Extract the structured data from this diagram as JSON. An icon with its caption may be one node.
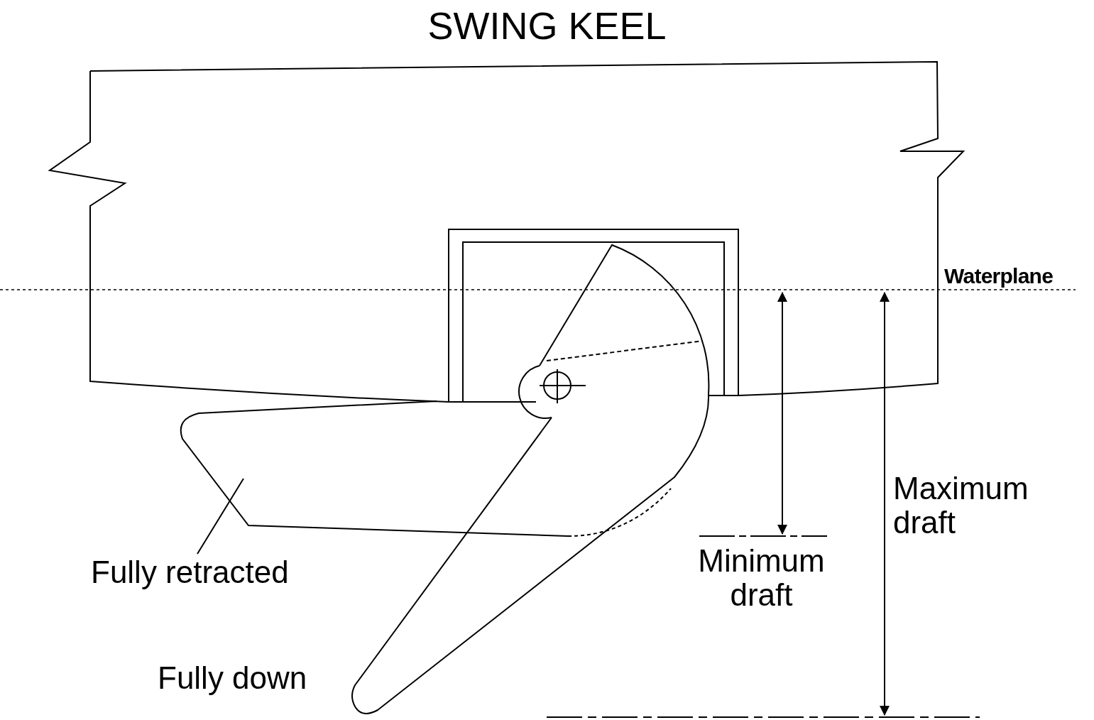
{
  "diagram": {
    "title": "SWING KEEL",
    "nodes": [
      {
        "text": [
          "Fully retracted"
        ]
      },
      {
        "text": [],
        "shape": "picture"
      }
    ],
    "edges": [
      {
        "from": 0,
        "to": 1,
        "arrow": "none"
      }
    ],
    "labels": [
      "Waterplane",
      "Maximum draft",
      "Minimum draft",
      "Fully down"
    ]
  }
}
